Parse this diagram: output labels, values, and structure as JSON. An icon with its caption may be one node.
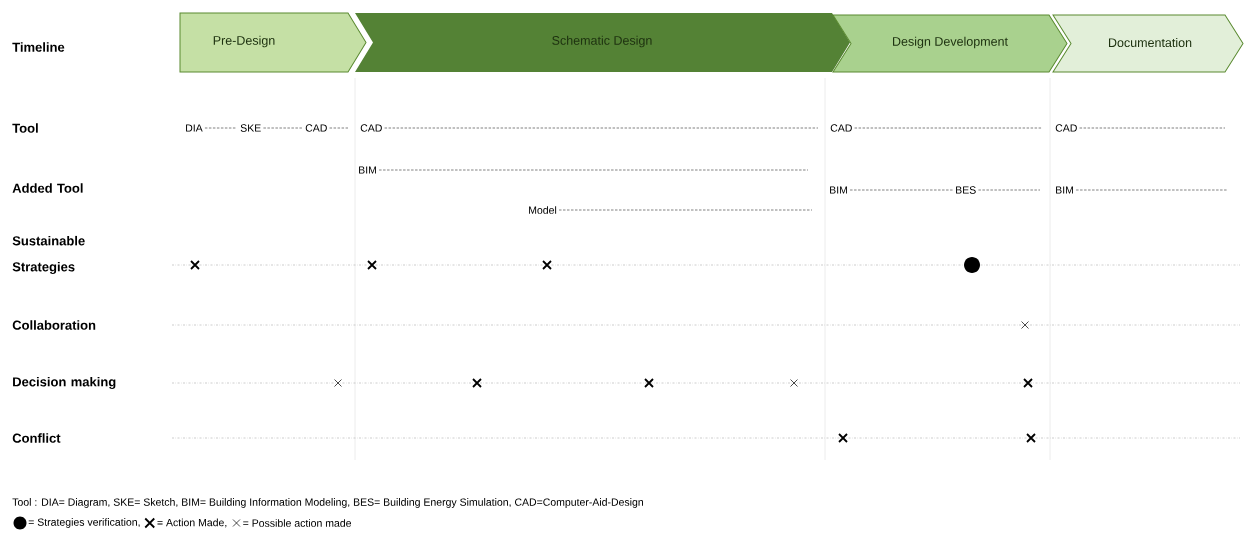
{
  "diagram": {
    "nodes": [
      {
        "text": [
          "Pre-Design"
        ]
      },
      {
        "text": [
          "Schematic Design"
        ]
      },
      {
        "text": [
          "Design Development"
        ]
      },
      {
        "text": [
          "Documentation"
        ]
      }
    ],
    "labels": [
      "Timeline",
      "Tool",
      "Added Tool",
      "Sustainable Strategies",
      "Collaboration",
      "Decision making",
      "Conflict",
      "DIA",
      "SKE",
      "CAD",
      "CAD",
      "CAD",
      "CAD",
      "BIM",
      "Model",
      "BIM",
      "BES",
      "BIM",
      "Tool : DIA= Diagram, SKE= Sketch, BIM= Building Information Modeling, BES= Building Energy Simulation, CAD=Computer-Aid-Design"
    ],
    "legend": [
      {
        "text": "= Strategies verification,"
      },
      {
        "text": "= Action Made,"
      },
      {
        "text": "= Possible action made"
      }
    ]
  }
}
